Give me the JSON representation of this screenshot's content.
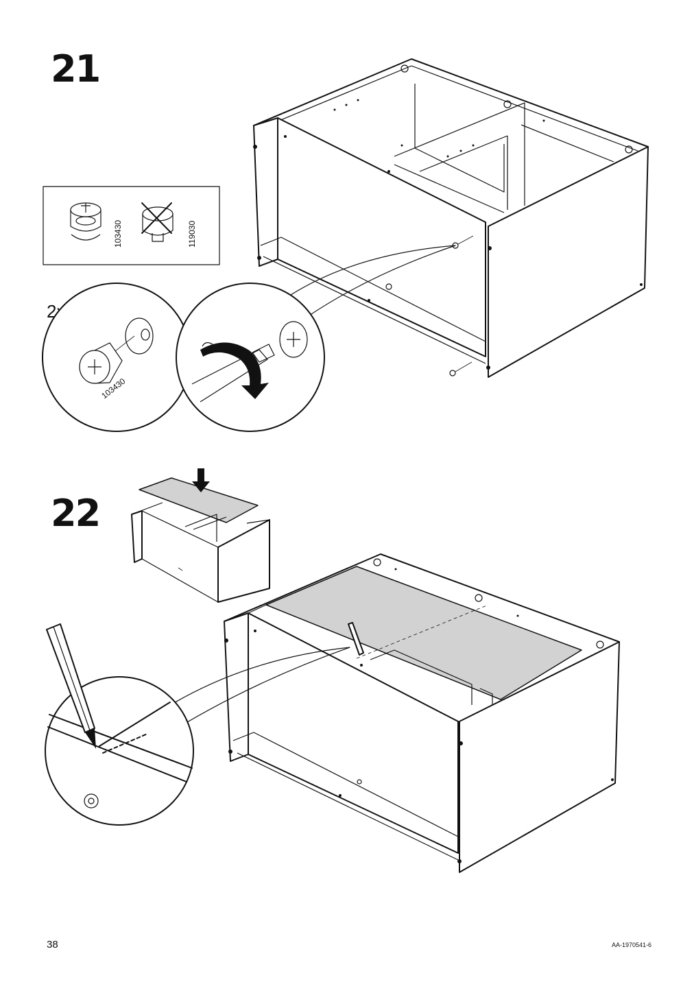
{
  "steps": [
    {
      "number": "21",
      "quantity": "2x",
      "parts": [
        "103430",
        "119030"
      ],
      "cam_label": "103430"
    },
    {
      "number": "22"
    }
  ],
  "footer": {
    "page_number": "38",
    "document_code": "AA-1970541-6"
  }
}
